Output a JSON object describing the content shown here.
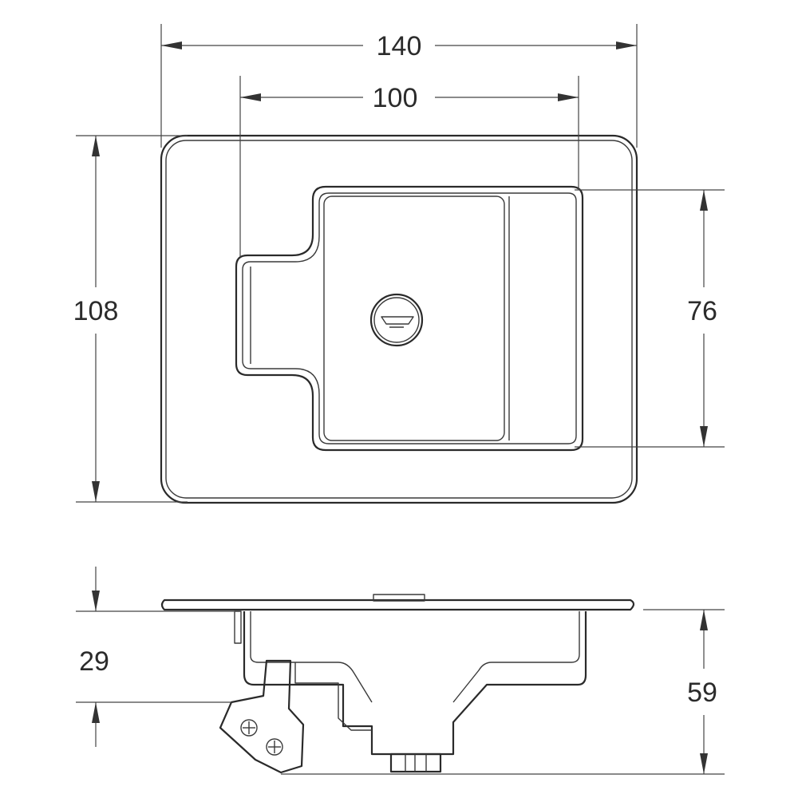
{
  "dimensions": {
    "overall_width": "140",
    "inner_width": "100",
    "overall_height": "108",
    "inner_height": "76",
    "flange_depth": "29",
    "total_depth": "59"
  }
}
